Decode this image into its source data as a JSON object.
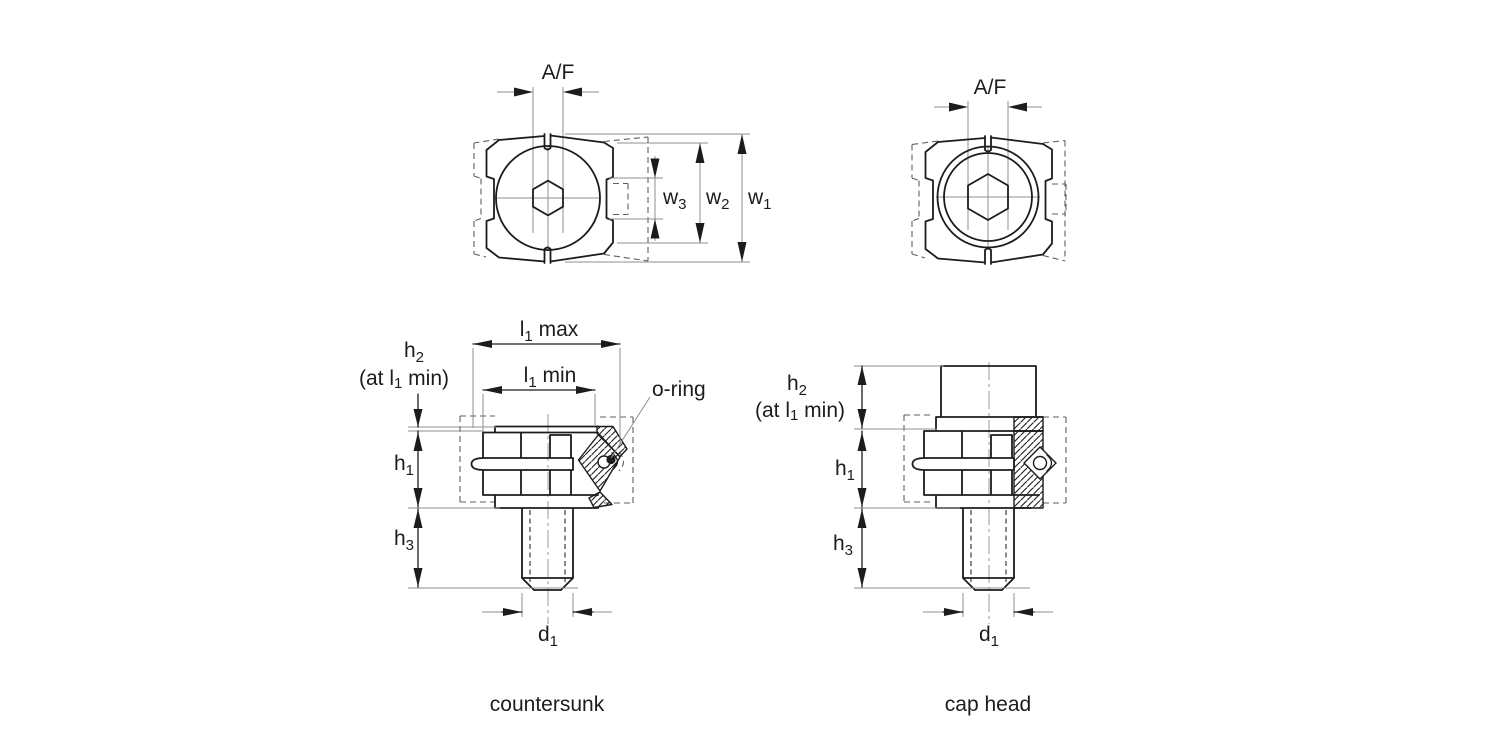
{
  "drawing": {
    "captions": {
      "left": "countersunk",
      "right": "cap head"
    },
    "labels": {
      "af": "A/F",
      "w1": {
        "base": "w",
        "sub": "1"
      },
      "w2": {
        "base": "w",
        "sub": "2"
      },
      "w3": {
        "base": "w",
        "sub": "3"
      },
      "l1max": {
        "pre": "l",
        "sub": "1",
        "post": " max"
      },
      "l1min": {
        "pre": "l",
        "sub": "1",
        "post": " min"
      },
      "h1": {
        "base": "h",
        "sub": "1"
      },
      "h2": {
        "base": "h",
        "sub": "2"
      },
      "h3": {
        "base": "h",
        "sub": "3"
      },
      "d1": {
        "base": "d",
        "sub": "1"
      },
      "at_l1_min": {
        "pre": "(at l",
        "sub": "1",
        "post": " min)"
      },
      "o_ring": "o-ring"
    },
    "colors": {
      "line": "#1c1c1c",
      "thin_line": "#8f8f8f",
      "background": "#ffffff"
    }
  }
}
